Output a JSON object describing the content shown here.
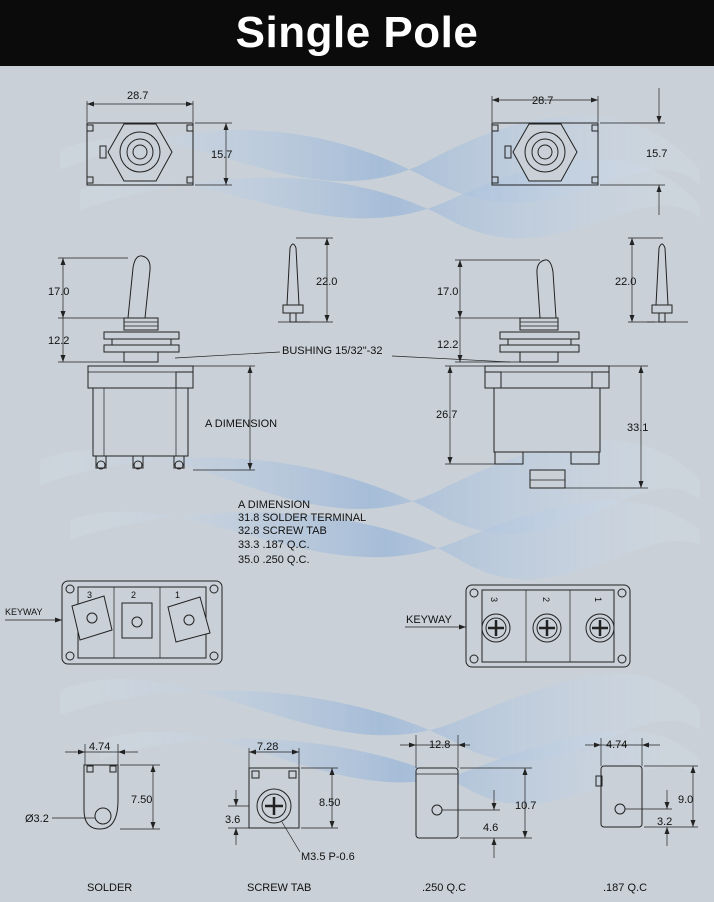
{
  "title": "Single Pole",
  "top_left": {
    "width": "28.7",
    "height": "15.7"
  },
  "top_right": {
    "width": "28.7",
    "height": "15.7"
  },
  "side_left": {
    "lever": "17.0",
    "bushing": "12.2",
    "toggle": "22.0",
    "a_dimension": "A DIMENSION"
  },
  "side_right": {
    "lever": "17.0",
    "bushing": "12.2",
    "toggle": "22.0",
    "body": "26.7",
    "total": "33.1"
  },
  "bushing_label": "BUSHING 15/32\"-32",
  "a_dimension_table": {
    "heading": "A DIMENSION",
    "rows": [
      "31.8 SOLDER TERMINAL",
      "32.8 SCREW TAB",
      "33.3 .187 Q.C.",
      "35.0 .250 Q.C."
    ]
  },
  "bottom_left": {
    "keyway": "KEYWAY",
    "terminals": [
      "3",
      "2",
      "1"
    ]
  },
  "bottom_right": {
    "keyway": "KEYWAY",
    "terminals": [
      "3",
      "2",
      "1"
    ]
  },
  "terminal_details": {
    "solder": {
      "label": "SOLDER",
      "width": "4.74",
      "height": "7.50",
      "hole": "Ø3.2"
    },
    "screw_tab": {
      "label": "SCREW TAB",
      "width": "7.28",
      "height": "8.50",
      "offset": "3.6",
      "screw": "M3.5 P-0.6"
    },
    "qc250": {
      "label": ".250 Q.C",
      "width": "12.8",
      "height": "10.7",
      "offset": "4.6"
    },
    "qc187": {
      "label": ".187 Q.C",
      "width": "4.74",
      "height": "9.0",
      "offset": "3.2"
    }
  },
  "colors": {
    "title_bar": "#0b0b0b",
    "background": "#c9d0d7",
    "wave": "#8fb0d8",
    "line": "#222222"
  }
}
